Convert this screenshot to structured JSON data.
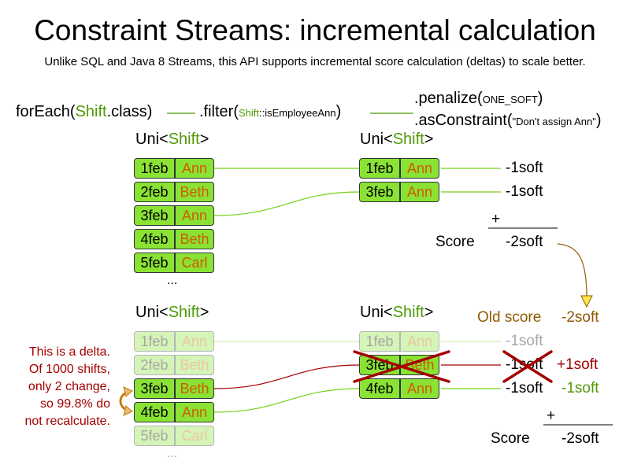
{
  "title": "Constraint Streams: incremental calculation",
  "subtitle": "Unlike SQL and Java 8 Streams, this API supports incremental score calculation (deltas) to scale better.",
  "code": {
    "foreach_pre": "forEach(",
    "foreach_cls": "Shift",
    "foreach_post": ".class)",
    "filter_pre": ".filter(",
    "filter_cls": "Shift",
    "filter_ref": "::isEmployeeAnn",
    "filter_post": ")",
    "penalize_pre": ".penalize(",
    "penalize_arg": "ONE_SOFT",
    "penalize_post": ")",
    "asc_pre": ".asConstraint(",
    "asc_arg": "\"Don't assign Ann\"",
    "asc_post": ")"
  },
  "uni": {
    "pre": "Uni<",
    "cls": "Shift",
    "post": ">"
  },
  "top": {
    "left_shifts": [
      {
        "date": "1feb",
        "name": "Ann"
      },
      {
        "date": "2feb",
        "name": "Beth"
      },
      {
        "date": "3feb",
        "name": "Ann"
      },
      {
        "date": "4feb",
        "name": "Beth"
      },
      {
        "date": "5feb",
        "name": "Carl"
      }
    ],
    "left_more": "...",
    "right_shifts": [
      {
        "date": "1feb",
        "name": "Ann"
      },
      {
        "date": "3feb",
        "name": "Ann"
      }
    ],
    "penalties": [
      "-1soft",
      "-1soft"
    ],
    "plus": "+",
    "score_label": "Score",
    "score_value": "-2soft"
  },
  "bottom": {
    "left_shifts": [
      {
        "date": "1feb",
        "name": "Ann"
      },
      {
        "date": "2feb",
        "name": "Beth"
      },
      {
        "date": "3feb",
        "name": "Beth"
      },
      {
        "date": "4feb",
        "name": "Ann"
      },
      {
        "date": "5feb",
        "name": "Carl"
      }
    ],
    "left_more": "...",
    "right_shifts": [
      {
        "date": "1feb",
        "name": "Ann"
      },
      {
        "date": "3feb",
        "name": "Beth"
      },
      {
        "date": "4feb",
        "name": "Ann"
      }
    ],
    "old_score_label": "Old score",
    "old_score_value": "-2soft",
    "penalties": [
      "-1soft",
      "-1soft",
      "-1soft"
    ],
    "deltas": [
      "+1soft",
      "-1soft"
    ],
    "plus": "+",
    "score_label": "Score",
    "score_value": "-2soft",
    "note": [
      "This is a delta.",
      "Of 1000 shifts,",
      "only 2 change,",
      "so 99.8% do",
      "not recalculate."
    ]
  },
  "colors": {
    "green_text": "#4e9a06",
    "box_fill": "#8ae234",
    "name_text": "#ce5c00",
    "arrow": "#8f5902",
    "note_text": "#a40000",
    "cross": "#a40000",
    "delta_plus": "#a40000",
    "delta_minus": "#4e9a06"
  }
}
